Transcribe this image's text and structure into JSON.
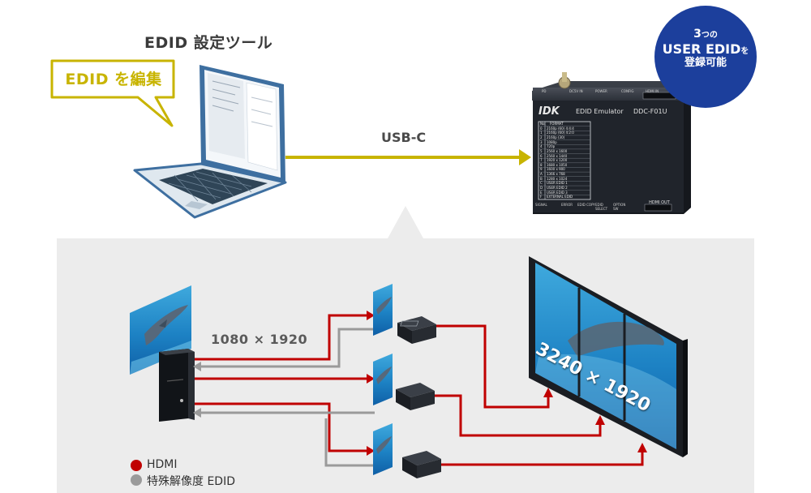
{
  "title": "EDID 設定ツール",
  "callout": "EDID を編集",
  "badge": {
    "line1_num": "3",
    "line1_suffix": "つの",
    "line2_main": "USER EDID",
    "line2_suffix": "を",
    "line3": "登録可能"
  },
  "connection_label": "USB-C",
  "device": {
    "brand": "IDK",
    "name": "EDID Emulator",
    "model": "DDC-F01U",
    "top_labels": [
      "PD",
      "DC5V IN",
      "POWER",
      "CONFIG",
      "HDMI IN"
    ],
    "bottom_labels": [
      "SIGNAL",
      "ERROR",
      "EDID COPY",
      "EDID SELECT",
      "OPTION SW"
    ],
    "port_label": "HDMI OUT",
    "table_header": [
      "No.",
      "FORMAT"
    ],
    "table_rows": [
      [
        "0",
        "2160p (60) 4:4:4"
      ],
      [
        "1",
        "2160p (60) 4:2:0"
      ],
      [
        "2",
        "2160p (30)"
      ],
      [
        "3",
        "1080p"
      ],
      [
        "4",
        "720p"
      ],
      [
        "5",
        "2560 x 1600"
      ],
      [
        "6",
        "2560 x 1440"
      ],
      [
        "7",
        "1920 x 1200"
      ],
      [
        "8",
        "1680 x 1050"
      ],
      [
        "9",
        "1600 x 900"
      ],
      [
        "A",
        "1366 x 768"
      ],
      [
        "B",
        "1280 x 1024"
      ],
      [
        "C",
        "USER EDID 1"
      ],
      [
        "D",
        "USER EDID 2"
      ],
      [
        "E",
        "USER EDID 3"
      ],
      [
        "F",
        "EXTERNAL EDID"
      ]
    ]
  },
  "input_resolution": "1080 × 1920",
  "output_resolution": "3240 × 1920",
  "legend": [
    {
      "label": "HDMI",
      "color": "#c00000"
    },
    {
      "label": "特殊解像度 EDID",
      "color": "#9a9a9a"
    }
  ],
  "colors": {
    "accent_yellow": "#c8b400",
    "badge_blue": "#1c3f9c",
    "hdmi_red": "#c00000",
    "edid_gray": "#9a9a9a",
    "panel_bg": "#ececec"
  }
}
